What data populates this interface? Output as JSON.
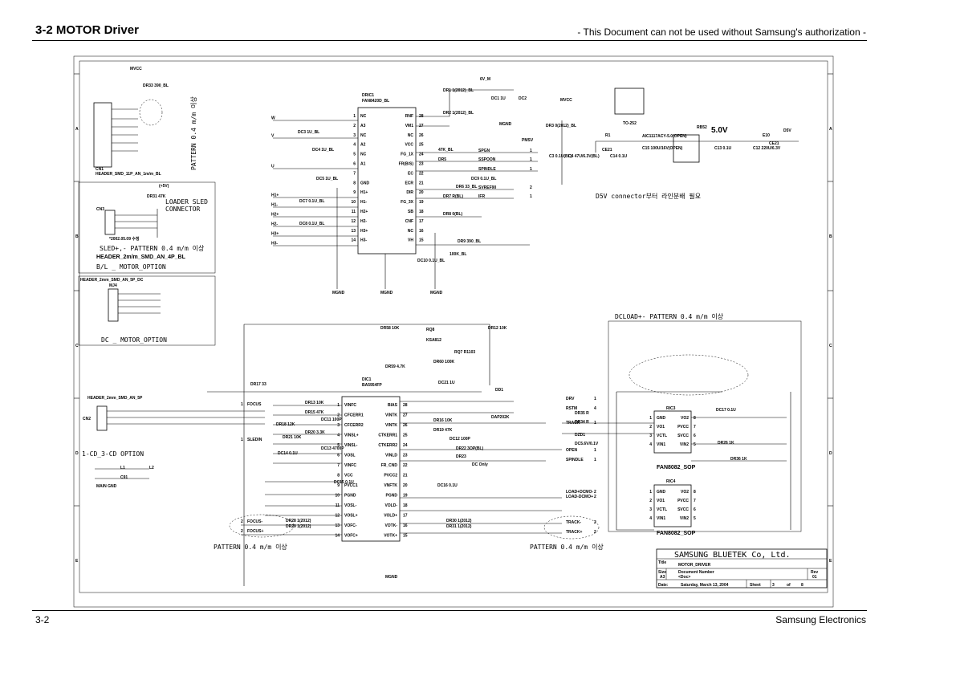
{
  "header": {
    "title": "3-2 MOTOR Driver",
    "notice": "- This Document can not be used without Samsung's authorization -"
  },
  "footer": {
    "page_number": "3-2",
    "publisher": "Samsung Electronics"
  },
  "schematic": {
    "notes": {
      "pattern_vertical": "PATTERN  0.4 m/m 이상",
      "loader_sled": "LOADER SLED",
      "connector": "CONNECTOR",
      "sled_pattern": "SLED+,-  PATTERN  0.4 m/m 이상",
      "bl_option": "B/L _ MOTOR_OPTION",
      "dc_option": "DC _ MOTOR_OPTION",
      "cd_option": "1-CD_3-CD OPTION",
      "d5v_note": "D5V connector부터 라인분배 필요",
      "dcload_pattern": "DCLOAD+- PATTERN  0.4 m/m 이상",
      "pattern_bottom_left": "PATTERN  0.4 m/m 이상",
      "pattern_bottom_right": "PATTERN  0.4 m/m 이상",
      "dc_only": "DC Only",
      "date_note": "*2002.05.09 수정",
      "v_5_0": "5.0V"
    },
    "parts": {
      "drc1": "DRIC1",
      "drc1_part": "FAN8420D_BL",
      "dic1": "DIC1",
      "dic1_part": "BA5954FP",
      "ric2_part": "FAN8082_SOP",
      "ric4_part": "FAN8082_SOP",
      "reg": "AIC1117ACY-5.0(OPEN)",
      "ric3": "RIC3",
      "ric4": "RIC4",
      "cn1": "CN1",
      "cn1_part": "HEADER_SMD_11P_AN_1m/m_BL",
      "cn3": "CN3",
      "cn3_part": "HEADER_2m/m_SMD_AN_4P_BL",
      "mj4_part": "HEADER_2mm_SMD_AN_5P_DC",
      "mj4": "MJ4",
      "cn2": "CN2",
      "cn2_part": "HEADER_2mm_SMD_AN_5P",
      "rq8": "RQ8",
      "rq8_part": "KSA812",
      "dd1": "DD1",
      "dd1_part": "DAP202K",
      "main_gnd": "MAIN GND",
      "mgnd": "MGND",
      "mvcc": "MVCC",
      "tr": "TO-252",
      "dz01": "DZD1",
      "dz01_part": "DC5.6V/0.1V"
    },
    "drc1_left": [
      {
        "n": "1",
        "name": "NC"
      },
      {
        "n": "2",
        "name": "A3"
      },
      {
        "n": "3",
        "name": "NC"
      },
      {
        "n": "4",
        "name": "A2"
      },
      {
        "n": "5",
        "name": "NC"
      },
      {
        "n": "6",
        "name": "A1"
      },
      {
        "n": "7",
        "name": ""
      },
      {
        "n": "8",
        "name": "GND"
      },
      {
        "n": "9",
        "name": "H1+"
      },
      {
        "n": "10",
        "name": "H1-"
      },
      {
        "n": "11",
        "name": "H2+"
      },
      {
        "n": "12",
        "name": "H2-"
      },
      {
        "n": "13",
        "name": "H3+"
      },
      {
        "n": "14",
        "name": "H3-"
      }
    ],
    "drc1_right": [
      {
        "n": "28",
        "name": "RNF"
      },
      {
        "n": "27",
        "name": "VM1"
      },
      {
        "n": "26",
        "name": "NC"
      },
      {
        "n": "25",
        "name": "VCC"
      },
      {
        "n": "24",
        "name": "FG_1X"
      },
      {
        "n": "23",
        "name": "FR(B/S)"
      },
      {
        "n": "22",
        "name": "EC"
      },
      {
        "n": "21",
        "name": "ECR"
      },
      {
        "n": "20",
        "name": "DIR"
      },
      {
        "n": "19",
        "name": "FG_3X"
      },
      {
        "n": "18",
        "name": "SB"
      },
      {
        "n": "17",
        "name": "CNF"
      },
      {
        "n": "16",
        "name": "NC"
      },
      {
        "n": "15",
        "name": "VH"
      }
    ],
    "dic1_left": [
      {
        "n": "1",
        "name": "VINFC"
      },
      {
        "n": "2",
        "name": "CFCERR1"
      },
      {
        "n": "3",
        "name": "CFCERR2"
      },
      {
        "n": "4",
        "name": "VINSL+"
      },
      {
        "n": "5",
        "name": "VINSL-"
      },
      {
        "n": "6",
        "name": "VOSL"
      },
      {
        "n": "7",
        "name": "VINFC"
      },
      {
        "n": "8",
        "name": "VCC"
      },
      {
        "n": "9",
        "name": "PVCC1"
      },
      {
        "n": "10",
        "name": "PGND"
      },
      {
        "n": "11",
        "name": "VOSL-"
      },
      {
        "n": "12",
        "name": "VOSL+"
      },
      {
        "n": "13",
        "name": "VOFC-"
      },
      {
        "n": "14",
        "name": "VOFC+"
      }
    ],
    "dic1_right": [
      {
        "n": "28",
        "name": "BIAS"
      },
      {
        "n": "27",
        "name": "VINTK"
      },
      {
        "n": "26",
        "name": "VINTK"
      },
      {
        "n": "25",
        "name": "CTKERR1"
      },
      {
        "n": "24",
        "name": "CTKERR2"
      },
      {
        "n": "23",
        "name": "VINLD"
      },
      {
        "n": "22",
        "name": "FR_CND"
      },
      {
        "n": "21",
        "name": "PVCC2"
      },
      {
        "n": "20",
        "name": "VNFTK"
      },
      {
        "n": "19",
        "name": "PGND"
      },
      {
        "n": "18",
        "name": "VOLD-"
      },
      {
        "n": "17",
        "name": "VOLD+"
      },
      {
        "n": "16",
        "name": "VOTK-"
      },
      {
        "n": "15",
        "name": "VOTK+"
      }
    ],
    "fan_pins_left": [
      {
        "n": "1",
        "name": "GND"
      },
      {
        "n": "2",
        "name": "VO1"
      },
      {
        "n": "3",
        "name": "VCTL"
      },
      {
        "n": "4",
        "name": "VIN1"
      }
    ],
    "fan_pins_right": [
      {
        "n": "8",
        "name": "VO2"
      },
      {
        "n": "7",
        "name": "PVCC"
      },
      {
        "n": "6",
        "name": "SVCC"
      },
      {
        "n": "5",
        "name": "VIN2"
      }
    ],
    "signals_left": [
      "W",
      "V",
      "U",
      "H1+",
      "H1-",
      "H2+",
      "H2-",
      "H3+",
      "H3-"
    ],
    "signals_right": [
      {
        "name": "SPGN",
        "n": "1"
      },
      {
        "name": "SSPOON",
        "n": "1"
      },
      {
        "name": "SPINDLE",
        "n": "1"
      },
      {
        "name": "SVREF90",
        "n": "2"
      },
      {
        "name": "IFR",
        "n": "1"
      }
    ],
    "dic_signals_left": [
      {
        "n": "1",
        "name": "FOCUS"
      },
      {
        "n": "1",
        "name": "SLEDIN"
      },
      {
        "n": "2",
        "name": "FOCUS-"
      },
      {
        "n": "2",
        "name": "FOCUS+"
      }
    ],
    "dic_signals_right": [
      {
        "n": "1",
        "name": "DRV"
      },
      {
        "n": "4",
        "name": "RSTM"
      },
      {
        "n": "1",
        "name": "TRACK"
      },
      {
        "n": "1",
        "name": "OPEN"
      },
      {
        "n": "1",
        "name": "SPINDLE"
      },
      {
        "n": "2",
        "name": "LOAD+DCMO-"
      },
      {
        "n": "2",
        "name": "LOAD-DCMO+"
      },
      {
        "n": "2",
        "name": "TRACK-"
      },
      {
        "n": "2",
        "name": "TRACK+"
      }
    ],
    "resistors": [
      "DR33 390_BL",
      "DR31 47K",
      "DR1 1(2012)_BL",
      "DR2 1(2012)_BL",
      "DR3 0(2012)_BL",
      "47K_BL",
      "DR5",
      "DR6 33_BL",
      "DR7 R(BL)",
      "DR8 0(BL)",
      "DR9 390_BL",
      "100K_BL",
      "R1",
      "RB52",
      "DR58 10K",
      "DR59 4.7K",
      "DR60 100K",
      "RQ7 R1103",
      "DR12 10K",
      "DR17 33",
      "DR13 10K",
      "DR15 47K",
      "DR18 12K",
      "DR21 10K",
      "DR20 3.3K",
      "DR16 10K",
      "DR19 47K",
      "DR22 3OP(BL)",
      "DR23",
      "DR34 R",
      "DR26 1K",
      "DR36 1K",
      "DR35 R",
      "DR28 1(2012)",
      "DR29 1(2012)",
      "DR30 1(2012)",
      "DR31 1(2012)"
    ],
    "caps": [
      "DC3 1U_BL",
      "DC4 1U_BL",
      "DC5 1U_BL",
      "DC1 1U",
      "DC2",
      "DC7 0.1U_BL",
      "DC8 0.1U_BL",
      "DC9 0.1U_BL",
      "DC10 0.1U_BL",
      "C3 0.1U(BL)",
      "C4 47U/6.3V(BL)",
      "CE21",
      "C14 0.1U",
      "C15 100U/16V(OPEN)",
      "C13 0.1U",
      "C12 220U/6.3V",
      "E10",
      "CE21",
      "DC11 100P",
      "DC13 4700P",
      "DC14 0.1U",
      "DC12 100P",
      "DC15 0.1U",
      "DC16 0.1U",
      "DC17 0.1U",
      "DC21 1U",
      "C91",
      "L1",
      "L2"
    ],
    "rails": [
      "MVCC",
      "6V_M",
      "MGND",
      "D5V",
      "(+5V)",
      "PMSV"
    ],
    "title_block": {
      "company": "SAMSUNG BLUETEK Co, Ltd.",
      "title_label": "Title",
      "title": "MOTOR_DRIVER",
      "size_label": "Size",
      "size": "A3",
      "doc_label": "Document Number",
      "doc": "<Doc>",
      "rev_label": "Rev",
      "rev": "01",
      "date_label": "Date:",
      "date": "Saturday, March 13, 2004",
      "sheet_label": "Sheet",
      "sheet": "3",
      "of_label": "of",
      "total": "8"
    },
    "grid_letters": [
      "A",
      "B",
      "C",
      "D",
      "E"
    ]
  }
}
